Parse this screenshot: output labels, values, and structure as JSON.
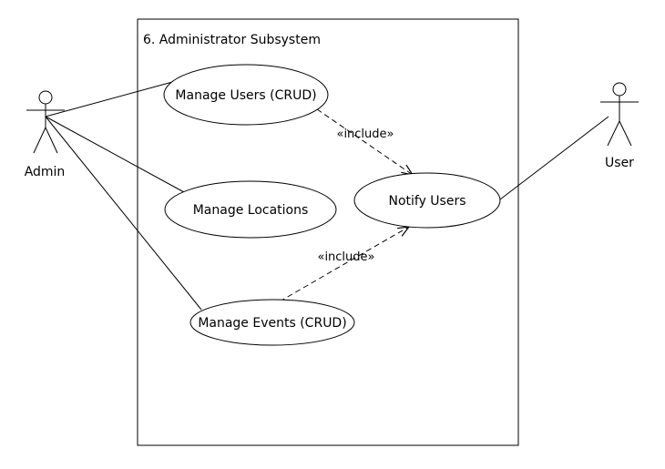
{
  "subsystem": {
    "title": "6. Administrator Subsystem"
  },
  "actors": {
    "admin": {
      "label": "Admin"
    },
    "user": {
      "label": "User"
    }
  },
  "use_cases": {
    "manage_users": "Manage Users (CRUD)",
    "manage_locations": "Manage Locations",
    "notify_users": "Notify Users",
    "manage_events": "Manage Events (CRUD)"
  },
  "relations": {
    "include_users": "«include»",
    "include_events": "«include»"
  }
}
